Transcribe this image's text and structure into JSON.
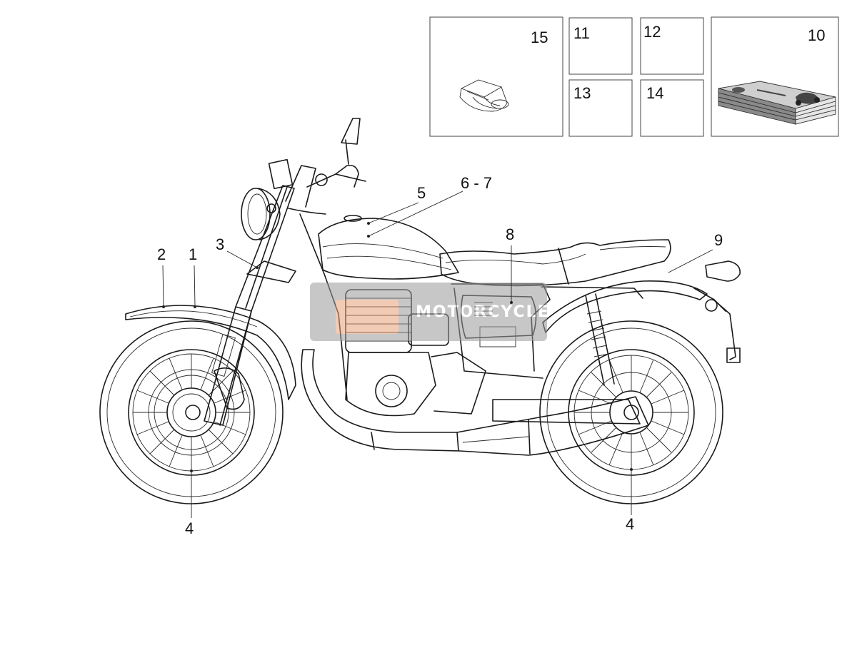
{
  "callouts": [
    {
      "id": "c1",
      "text": "1"
    },
    {
      "id": "c2",
      "text": "2"
    },
    {
      "id": "c3",
      "text": "3"
    },
    {
      "id": "c4a",
      "text": "4"
    },
    {
      "id": "c4b",
      "text": "4"
    },
    {
      "id": "c5",
      "text": "5"
    },
    {
      "id": "c67",
      "text": "6 - 7"
    },
    {
      "id": "c8",
      "text": "8"
    },
    {
      "id": "c9",
      "text": "9"
    }
  ],
  "parts_boxes": [
    {
      "id": "b15",
      "text": "15",
      "icon": "decal-pouch-icon"
    },
    {
      "id": "b11",
      "text": "11"
    },
    {
      "id": "b12",
      "text": "12"
    },
    {
      "id": "b13",
      "text": "13"
    },
    {
      "id": "b14",
      "text": "14"
    },
    {
      "id": "b10",
      "text": "10",
      "icon": "owners-manual-icon"
    }
  ],
  "watermark": {
    "text": "MOTORCYCLE",
    "color": "#9a9a9a",
    "accent": "#e8a27a"
  },
  "colors": {
    "line": "#1a1a1a",
    "box_border": "#444444",
    "background": "#ffffff"
  }
}
